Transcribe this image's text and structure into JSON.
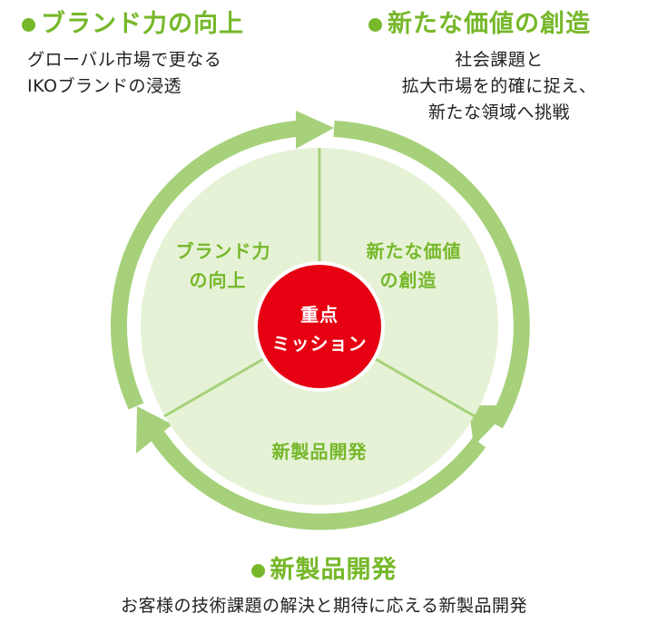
{
  "colors": {
    "accent": "#76B82A",
    "ring": "#A6D17A",
    "fill": "#E6F2D6",
    "divider": "#A6D17A",
    "center": "#E60012"
  },
  "captions": {
    "brand": {
      "title": "ブランド力の向上",
      "lines": [
        "グローバル市場で更なる",
        "IKOブランドの浸透"
      ]
    },
    "value": {
      "title": "新たな価値の創造",
      "lines": [
        "社会課題と",
        "拡大市場を的確に捉え、",
        "新たな領域へ挑戦"
      ]
    },
    "product": {
      "title": "新製品開発",
      "lines": [
        "お客様の技術課題の解決と期待に応える新製品開発"
      ]
    }
  },
  "diagram": {
    "center": {
      "lines": [
        "重点",
        "ミッション"
      ]
    },
    "segments": {
      "brand": [
        "ブランド力",
        "の向上"
      ],
      "value": [
        "新たな価値",
        "の創造"
      ],
      "product": [
        "新製品開発"
      ]
    }
  }
}
